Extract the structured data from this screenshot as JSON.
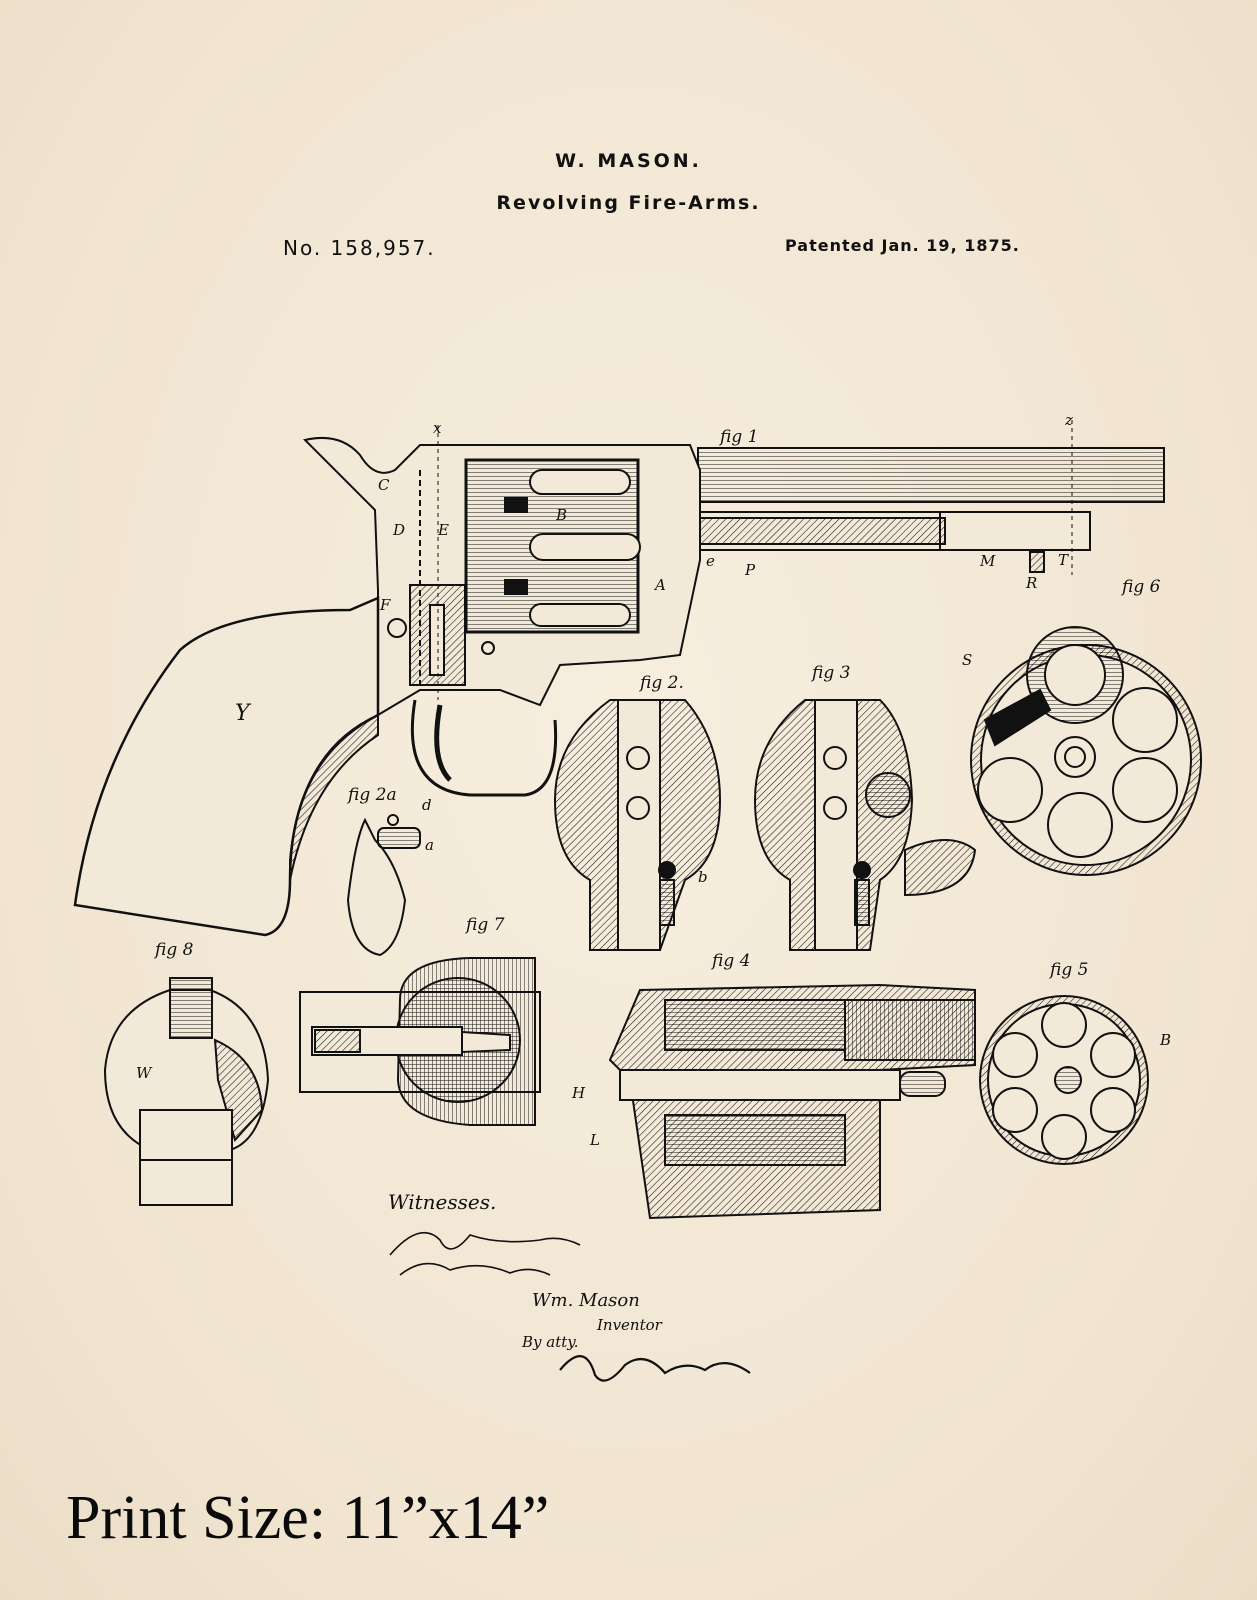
{
  "header": {
    "inventor": "W. MASON.",
    "title": "Revolving Fire-Arms.",
    "patent_number": "No. 158,957.",
    "patent_date": "Patented Jan. 19, 1875."
  },
  "figures": {
    "fig1": "fig 1",
    "fig2": "fig 2.",
    "fig2a": "fig 2a",
    "fig3": "fig 3",
    "fig4": "fig 4",
    "fig5": "fig 5",
    "fig6": "fig 6",
    "fig7": "fig 7",
    "fig8": "fig 8"
  },
  "part_labels": {
    "A": "A",
    "B": "B",
    "C": "C",
    "D": "D",
    "E": "E",
    "F": "F",
    "H": "H",
    "L": "L",
    "M": "M",
    "P": "P",
    "R": "R",
    "S": "S",
    "T": "T",
    "W": "W",
    "Y": "Y",
    "a": "a",
    "b": "b",
    "d": "d",
    "e": "e",
    "x": "x",
    "z": "z"
  },
  "signatures": {
    "witnesses_label": "Witnesses.",
    "inventor_name": "Wm. Mason",
    "inventor_role": "Inventor",
    "by_attorney": "By atty."
  },
  "footer": {
    "print_size": "Print Size: 11”x14”"
  },
  "colors": {
    "paper": "#f3e9d8",
    "ink": "#111111"
  }
}
